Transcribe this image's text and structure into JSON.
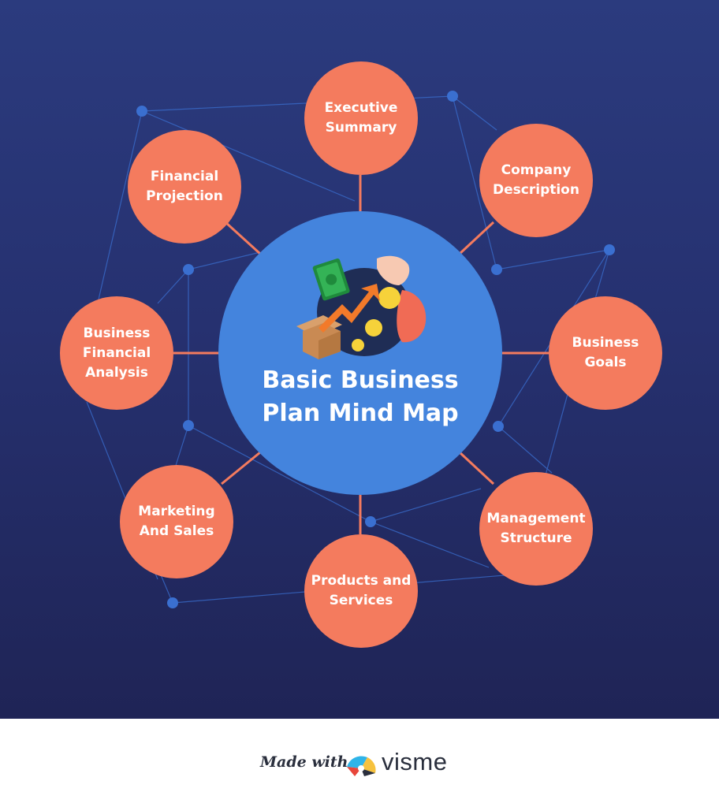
{
  "title": "Basic Business\nPlan Mind Map",
  "nodes": [
    {
      "id": "exec",
      "label": "Executive\nSummary"
    },
    {
      "id": "comp",
      "label": "Company\nDescription"
    },
    {
      "id": "goals",
      "label": "Business\nGoals"
    },
    {
      "id": "mgmt",
      "label": "Management\nStructure"
    },
    {
      "id": "prod",
      "label": "Products and\nServices"
    },
    {
      "id": "mkt",
      "label": "Marketing\nAnd Sales"
    },
    {
      "id": "bfa",
      "label": "Business\nFinancial\nAnalysis"
    },
    {
      "id": "fin",
      "label": "Financial\nProjection"
    }
  ],
  "footer": {
    "made_with": "Made with",
    "brand": "visme"
  },
  "colors": {
    "background_top": "#2b3b7e",
    "background_bottom": "#1f2456",
    "center": "#4484dd",
    "node": "#f47b5e",
    "connector": "#f47b5e",
    "network": "#3a6fd0"
  },
  "icons": {
    "center_illustration": "money-growth-illustration",
    "brand_logo": "visme-logo-icon"
  }
}
